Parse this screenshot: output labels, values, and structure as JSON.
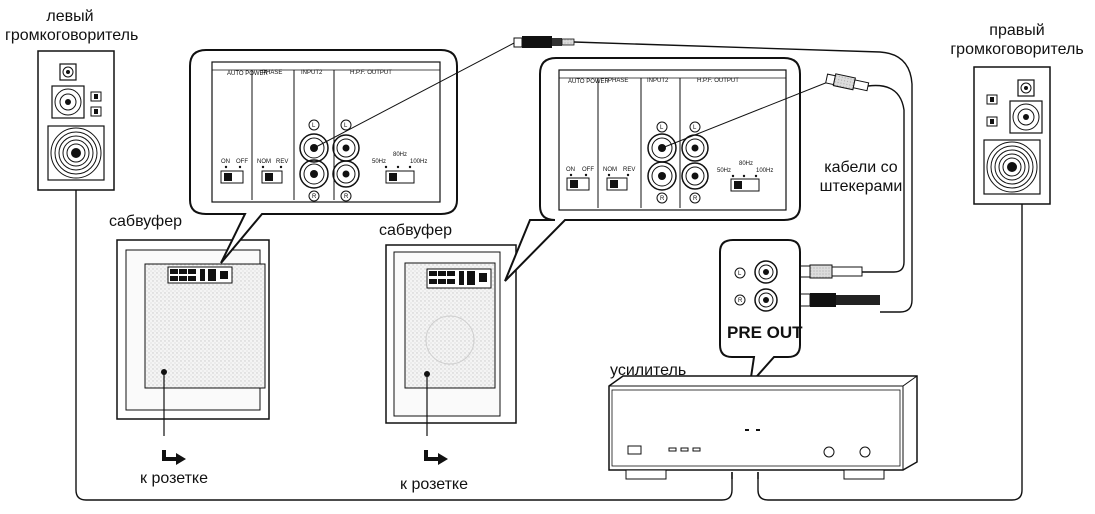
{
  "labels": {
    "left_speaker": "левый\nгромкоговоритель",
    "right_speaker": "правый\nгромкоговоритель",
    "subwoofer_left": "сабвуфер",
    "subwoofer_right": "сабвуфер",
    "outlet_left": "к розетке",
    "outlet_right": "к розетке",
    "cables": "кабели со\nштекерами",
    "amplifier": "усилитель",
    "pre_out": "PRE OUT"
  },
  "panel": {
    "auto_power": "AUTO POWER",
    "phase": "PHASE",
    "input2": "INPUT2",
    "hpf_output": "H.P.F. OUTPUT",
    "on": "ON",
    "off": "OFF",
    "nom": "NOM",
    "rev": "REV",
    "f50": "50Hz",
    "f80": "80Hz",
    "f100": "100Hz",
    "ch_l": "L",
    "ch_r": "R"
  }
}
